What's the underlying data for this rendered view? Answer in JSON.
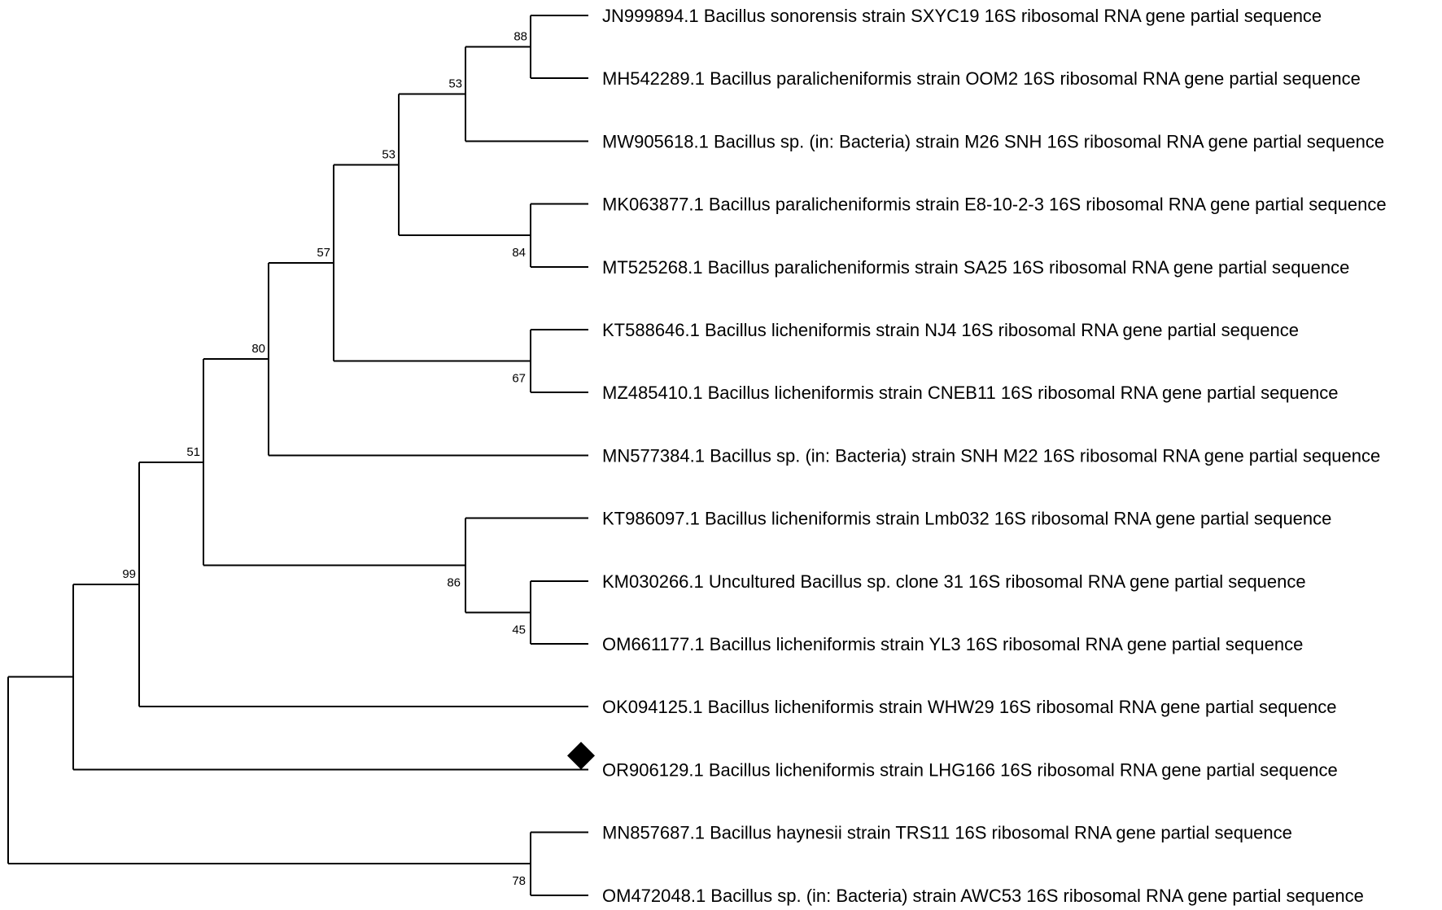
{
  "tree": {
    "leaves": [
      {
        "id": "L1",
        "label": "JN999894.1 Bacillus sonorensis strain SXYC19 16S ribosomal RNA gene partial sequence"
      },
      {
        "id": "L2",
        "label": "MH542289.1 Bacillus paralicheniformis strain OOM2 16S ribosomal RNA gene partial sequence"
      },
      {
        "id": "L3",
        "label": "MW905618.1 Bacillus sp. (in: Bacteria) strain M26 SNH 16S ribosomal RNA gene partial sequence"
      },
      {
        "id": "L4",
        "label": "MK063877.1 Bacillus paralicheniformis strain E8-10-2-3 16S ribosomal RNA gene partial sequence"
      },
      {
        "id": "L5",
        "label": "MT525268.1 Bacillus paralicheniformis strain SA25 16S ribosomal RNA gene partial sequence"
      },
      {
        "id": "L6",
        "label": "KT588646.1 Bacillus licheniformis strain NJ4 16S ribosomal RNA gene partial sequence"
      },
      {
        "id": "L7",
        "label": "MZ485410.1 Bacillus licheniformis strain CNEB11 16S ribosomal RNA gene partial sequence"
      },
      {
        "id": "L8",
        "label": "MN577384.1 Bacillus sp. (in: Bacteria) strain SNH M22 16S ribosomal RNA gene partial sequence"
      },
      {
        "id": "L9",
        "label": "KT986097.1 Bacillus licheniformis strain Lmb032 16S ribosomal RNA gene partial sequence"
      },
      {
        "id": "L10",
        "label": "KM030266.1 Uncultured Bacillus sp. clone 31 16S ribosomal RNA gene partial sequence"
      },
      {
        "id": "L11",
        "label": "OM661177.1 Bacillus licheniformis strain YL3 16S ribosomal RNA gene partial sequence"
      },
      {
        "id": "L12",
        "label": "OK094125.1 Bacillus licheniformis strain WHW29 16S ribosomal RNA gene partial sequence"
      },
      {
        "id": "L13",
        "label": "OR906129.1 Bacillus licheniformis strain LHG166 16S ribosomal RNA gene partial sequence",
        "marker": "diamond-icon"
      },
      {
        "id": "L14",
        "label": "MN857687.1 Bacillus haynesii strain TRS11 16S ribosomal RNA gene partial sequence"
      },
      {
        "id": "L15",
        "label": "OM472048.1 Bacillus sp. (in: Bacteria) strain AWC53 16S ribosomal RNA gene partial sequence"
      }
    ],
    "nodes": [
      {
        "id": "n88",
        "support": "88",
        "children": [
          "L1",
          "L2"
        ]
      },
      {
        "id": "n53a",
        "support": "53",
        "children": [
          "n88",
          "L3"
        ]
      },
      {
        "id": "n84",
        "support": "84",
        "children": [
          "L4",
          "L5"
        ]
      },
      {
        "id": "n53b",
        "support": "53",
        "children": [
          "n53a",
          "n84"
        ]
      },
      {
        "id": "n67",
        "support": "67",
        "children": [
          "L6",
          "L7"
        ]
      },
      {
        "id": "n57",
        "support": "57",
        "children": [
          "n53b",
          "n67"
        ]
      },
      {
        "id": "n80",
        "support": "80",
        "children": [
          "n57",
          "L8"
        ]
      },
      {
        "id": "n45",
        "support": "45",
        "children": [
          "L10",
          "L11"
        ]
      },
      {
        "id": "n86",
        "support": "86",
        "children": [
          "L9",
          "n45"
        ]
      },
      {
        "id": "n51",
        "support": "51",
        "children": [
          "n80",
          "n86"
        ]
      },
      {
        "id": "n99",
        "support": "99",
        "children": [
          "n51",
          "L12"
        ]
      },
      {
        "id": "nA",
        "support": "",
        "children": [
          "n99",
          "L13"
        ]
      },
      {
        "id": "n78",
        "support": "78",
        "children": [
          "L14",
          "L15"
        ]
      },
      {
        "id": "root",
        "support": "",
        "children": [
          "nA",
          "n78"
        ]
      }
    ],
    "marker_color": "#000000",
    "line_color": "#000000"
  }
}
